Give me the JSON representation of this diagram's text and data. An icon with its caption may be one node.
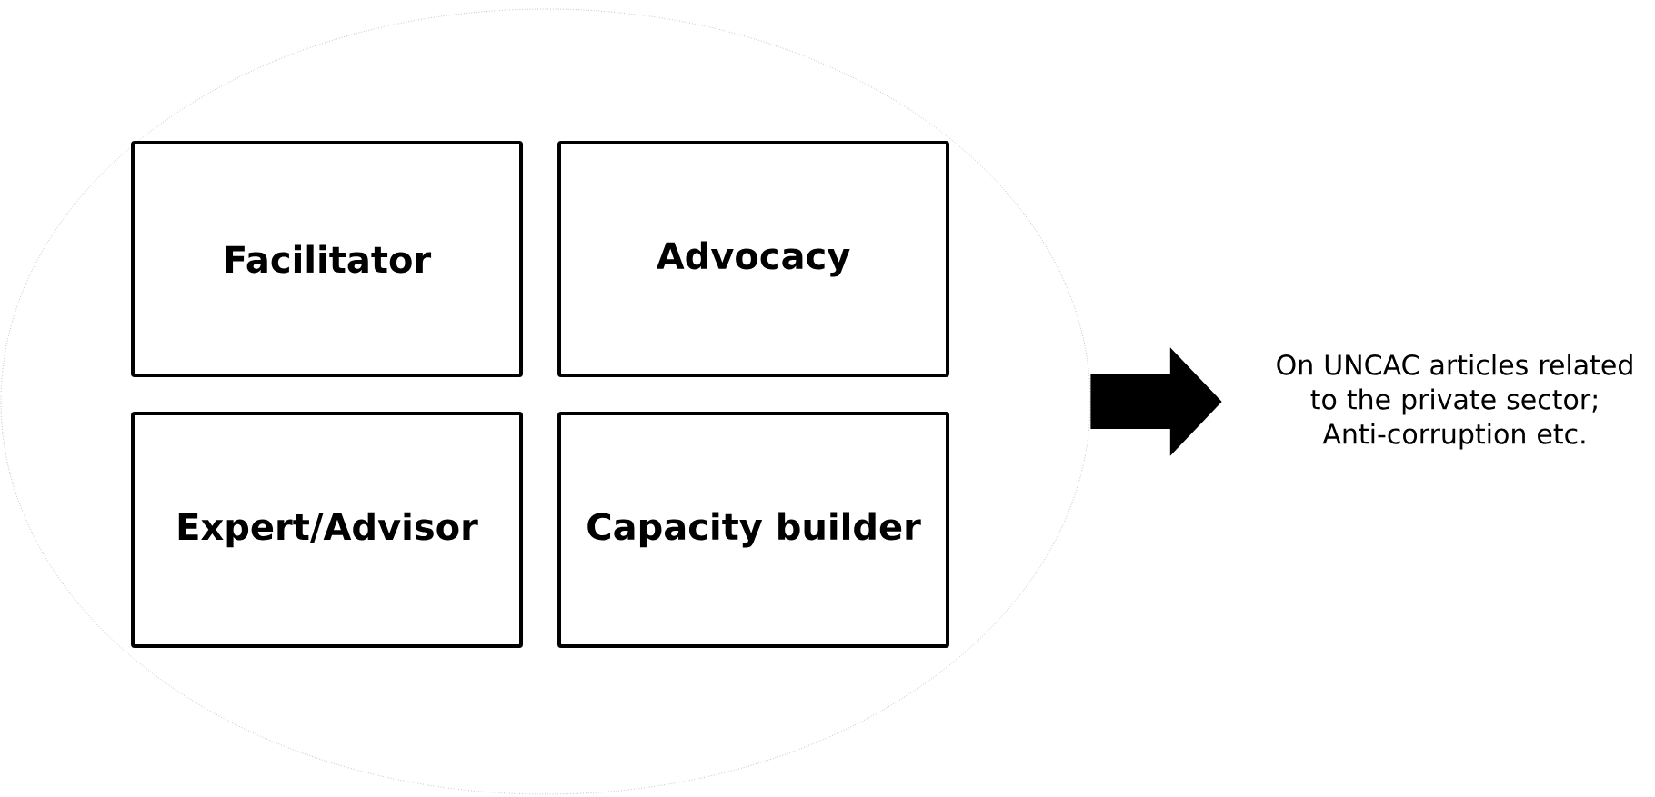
{
  "diagram": {
    "nodes": [
      {
        "text": [],
        "shape": "ellipse"
      },
      {
        "text": [
          "Facilitator"
        ],
        "in": 0
      },
      {
        "text": [
          "Advocacy"
        ],
        "in": 0
      },
      {
        "text": [
          "Expert/Advisor"
        ],
        "in": 0
      },
      {
        "text": [
          "Capacity builder"
        ],
        "in": 0
      },
      {
        "text": [
          "On UNCAC articles related to the private sector; Anti-corruption etc."
        ]
      }
    ],
    "edges": [
      {
        "from": 0,
        "to": 5,
        "arrow": "to"
      }
    ]
  }
}
